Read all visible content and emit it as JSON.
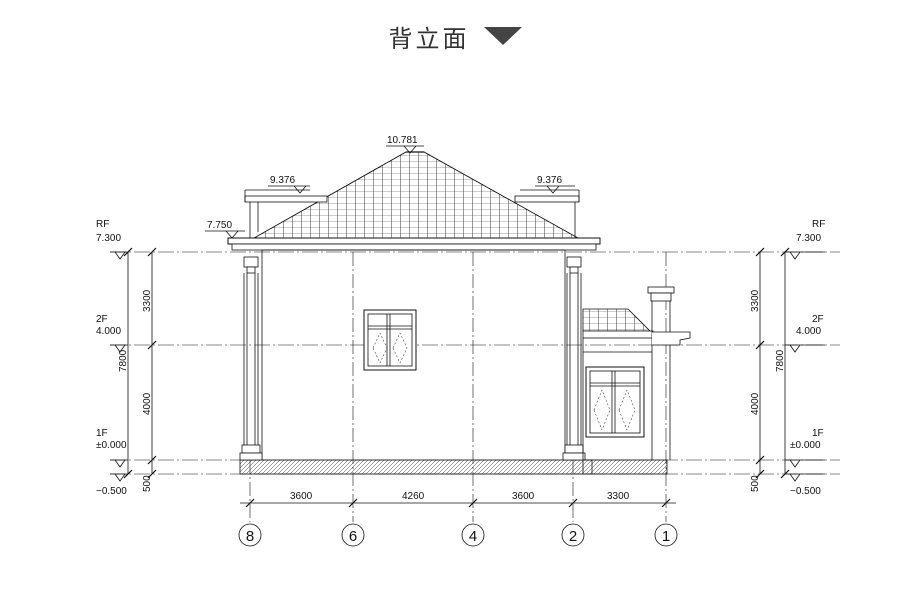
{
  "title": "背立面",
  "title_icon": "triangle-down-icon",
  "elevations": {
    "ridge": "10.781",
    "hip_left": "9.376",
    "hip_right": "9.376",
    "eave": "7.750"
  },
  "levels_left": [
    {
      "name": "RF",
      "value": "7.300"
    },
    {
      "name": "2F",
      "value": "4.000"
    },
    {
      "name": "1F",
      "value": "±0.000"
    },
    {
      "name": "",
      "value": "−0.500"
    }
  ],
  "levels_right": [
    {
      "name": "RF",
      "value": "7.300"
    },
    {
      "name": "2F",
      "value": "4.000"
    },
    {
      "name": "1F",
      "value": "±0.000"
    },
    {
      "name": "",
      "value": "−0.500"
    }
  ],
  "vertical_dims": {
    "upper": "3300",
    "lower": "4000",
    "total": "7800",
    "base": "500"
  },
  "horizontal_dims": [
    "3600",
    "4260",
    "3600",
    "3300"
  ],
  "axes": [
    "8",
    "6",
    "4",
    "2",
    "1"
  ],
  "line_color": "#111111"
}
